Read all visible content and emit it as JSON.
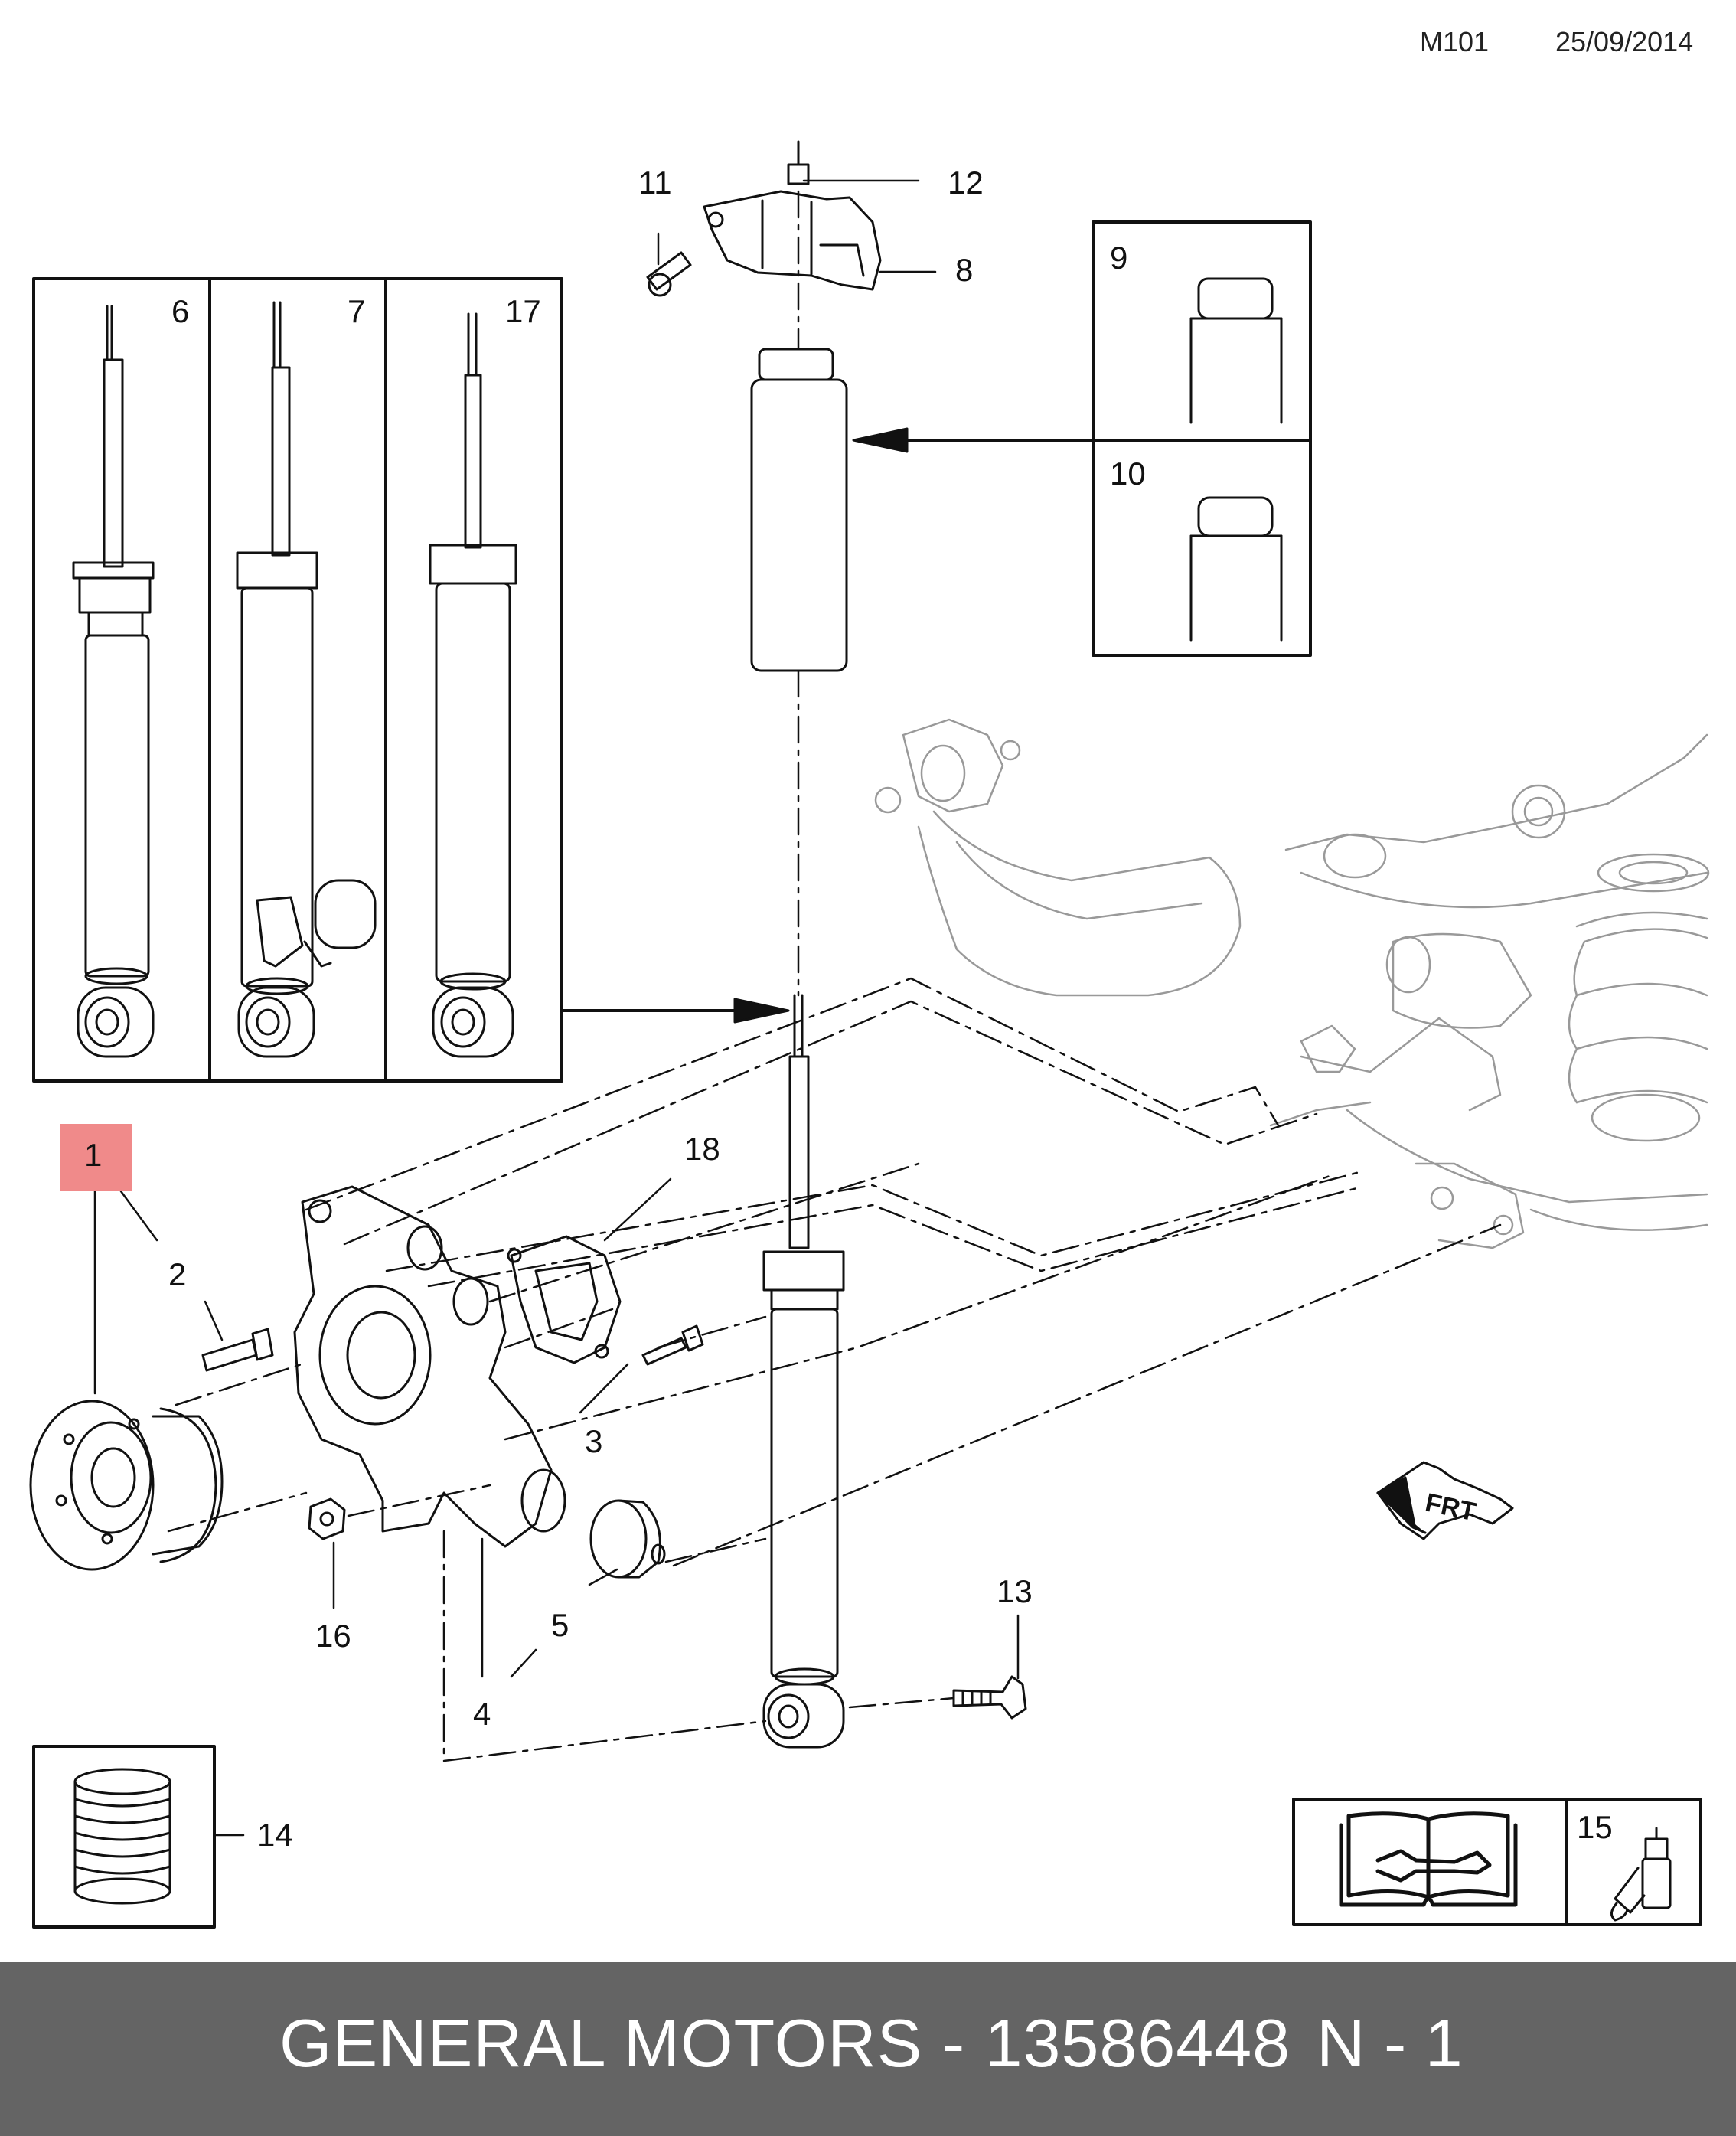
{
  "header": {
    "code": "M101",
    "date": "25/09/2014"
  },
  "callouts": {
    "c1": "1",
    "c2": "2",
    "c3": "3",
    "c4": "4",
    "c5": "5",
    "c6": "6",
    "c7": "7",
    "c8": "8",
    "c9": "9",
    "c10": "10",
    "c11": "11",
    "c12": "12",
    "c13": "13",
    "c14": "14",
    "c15": "15",
    "c16": "16",
    "c17": "17",
    "c18": "18"
  },
  "highlighted_part": "1",
  "orientation_label": "FRT",
  "footer": {
    "title": "GENERAL MOTORS - 13586448",
    "quantity": "N - 1"
  },
  "colors": {
    "highlight": "#f08a8a",
    "footer_bg": "#646464",
    "footer_text": "#ffffff"
  }
}
